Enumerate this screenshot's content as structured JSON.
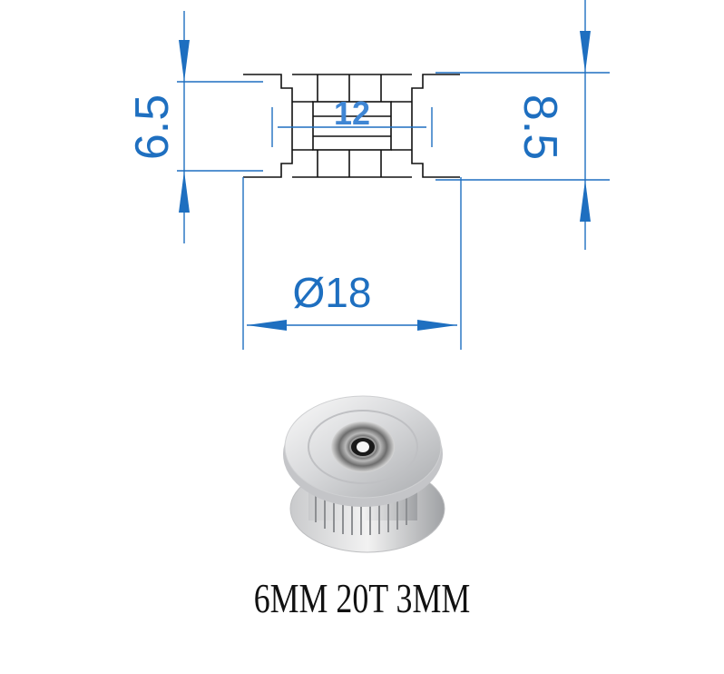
{
  "dimensions": {
    "height_left": "6.5",
    "height_right": "8.5",
    "width_inner": "12",
    "diameter": "Ø18"
  },
  "caption": "6MM 20T 3MM",
  "colors": {
    "dimension_blue": "#1e6fc0",
    "outline_black": "#111111"
  },
  "photo": {
    "subject": "aluminum-timing-pulley-with-bearing"
  }
}
